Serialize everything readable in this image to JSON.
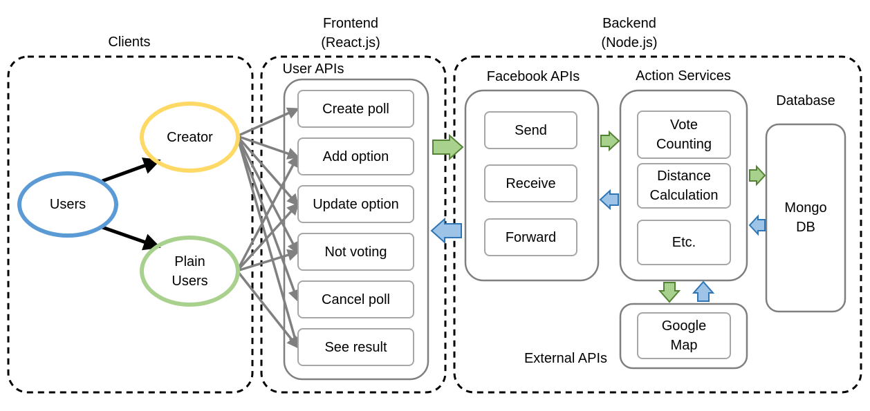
{
  "titles": {
    "clients": "Clients",
    "frontend": "Frontend\n(React.js)",
    "backend": "Backend\n(Node.js)",
    "user_apis": "User APIs",
    "facebook_apis": "Facebook APIs",
    "action_services": "Action Services",
    "database": "Database",
    "external_apis": "External APIs"
  },
  "clients": {
    "users": "Users",
    "creator": "Creator",
    "plain_users": "Plain\nUsers"
  },
  "user_apis": [
    "Create poll",
    "Add option",
    "Update option",
    "Not voting",
    "Cancel poll",
    "See result"
  ],
  "facebook_apis": [
    "Send",
    "Receive",
    "Forward"
  ],
  "action_services": [
    "Vote\nCounting",
    "Distance\nCalculation",
    "Etc."
  ],
  "database": {
    "mongo": "Mongo\nDB"
  },
  "external": {
    "google_map": "Google\nMap"
  },
  "colors": {
    "users_ring": "#5b9bd5",
    "creator_ring": "#ffd966",
    "plain_ring": "#a9d18e",
    "arrow_green": "#a9d18e",
    "arrow_green_stroke": "#548235",
    "arrow_blue": "#9dc3e6",
    "arrow_blue_stroke": "#2e75b6",
    "connector_gray": "#808080"
  }
}
